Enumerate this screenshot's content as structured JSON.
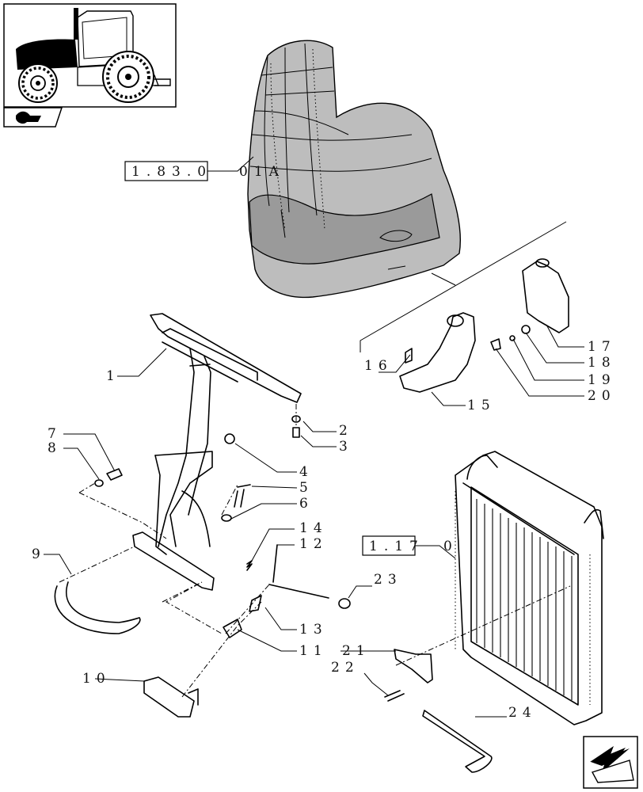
{
  "callouts": [
    {
      "id": "c1",
      "text": "1"
    },
    {
      "id": "c2",
      "text": "2"
    },
    {
      "id": "c3",
      "text": "3"
    },
    {
      "id": "c4",
      "text": "4"
    },
    {
      "id": "c5",
      "text": "5"
    },
    {
      "id": "c6",
      "text": "6"
    },
    {
      "id": "c7",
      "text": "7"
    },
    {
      "id": "c8",
      "text": "8"
    },
    {
      "id": "c9",
      "text": "9"
    },
    {
      "id": "c10",
      "text": "10"
    },
    {
      "id": "c11",
      "text": "11"
    },
    {
      "id": "c12",
      "text": "12"
    },
    {
      "id": "c13",
      "text": "13"
    },
    {
      "id": "c14",
      "text": "14"
    },
    {
      "id": "c15",
      "text": "15"
    },
    {
      "id": "c16",
      "text": "16"
    },
    {
      "id": "c17",
      "text": "17"
    },
    {
      "id": "c18",
      "text": "18"
    },
    {
      "id": "c19",
      "text": "19"
    },
    {
      "id": "c20",
      "text": "20"
    },
    {
      "id": "c21",
      "text": "21"
    },
    {
      "id": "c22",
      "text": "22"
    },
    {
      "id": "c23",
      "text": "23"
    },
    {
      "id": "c24",
      "text": "24"
    }
  ],
  "references": [
    {
      "id": "hood_ref",
      "boxed": "1.83.0",
      "suffix": "01A"
    },
    {
      "id": "radiator_ref",
      "boxed": "1.17",
      "suffix": "0"
    }
  ],
  "icons": {
    "thumbnail": "tractor-thumbnail-icon",
    "section_badge": "section-marker-icon",
    "nav": "next-page-arrow-icon"
  }
}
